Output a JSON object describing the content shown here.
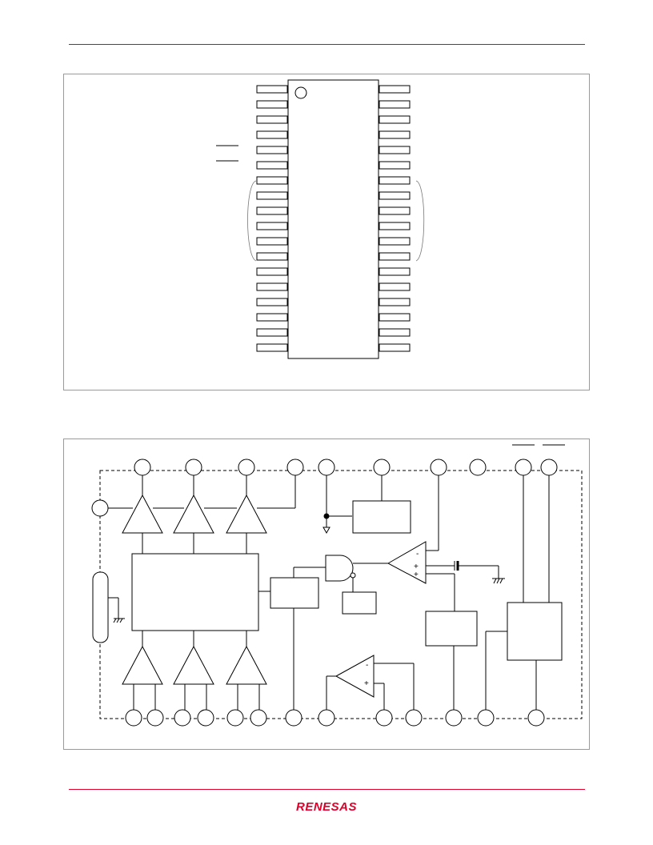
{
  "brand": {
    "logo_text": "RENESAS",
    "accent_color": "#e0002a",
    "line_color": "#000000"
  },
  "diagrams": [
    {
      "id": "pin-arrangement",
      "kind": "IC package outline, 36 pins (18 per side)"
    },
    {
      "id": "block-diagram",
      "kind": "circuit block diagram"
    }
  ]
}
